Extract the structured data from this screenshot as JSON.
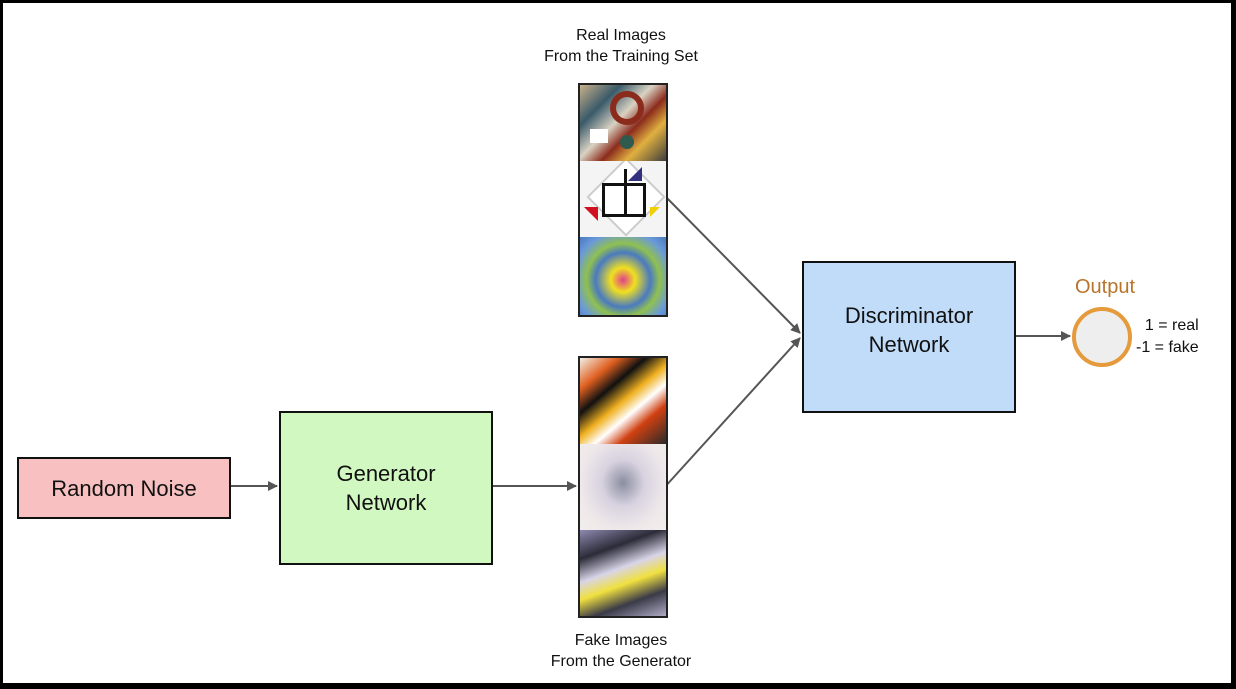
{
  "nodes": {
    "random_noise": {
      "label": "Random Noise",
      "color": "#f8c0c0"
    },
    "generator": {
      "line1": "Generator",
      "line2": "Network",
      "color": "#d1f8c0"
    },
    "discriminator": {
      "line1": "Discriminator",
      "line2": "Network",
      "color": "#c0dcf8"
    },
    "output": {
      "title": "Output",
      "real": "1 = real",
      "fake": "-1 = fake",
      "ring_color": "#e59a3c"
    }
  },
  "image_sets": {
    "real": {
      "line1": "Real Images",
      "line2": "From the Training Set",
      "count": 3
    },
    "fake": {
      "line1": "Fake Images",
      "line2": "From the Generator",
      "count": 3
    }
  },
  "edges": [
    {
      "from": "random_noise",
      "to": "generator"
    },
    {
      "from": "generator",
      "to": "fake_images"
    },
    {
      "from": "real_images",
      "to": "discriminator"
    },
    {
      "from": "fake_images",
      "to": "discriminator"
    },
    {
      "from": "discriminator",
      "to": "output"
    }
  ]
}
